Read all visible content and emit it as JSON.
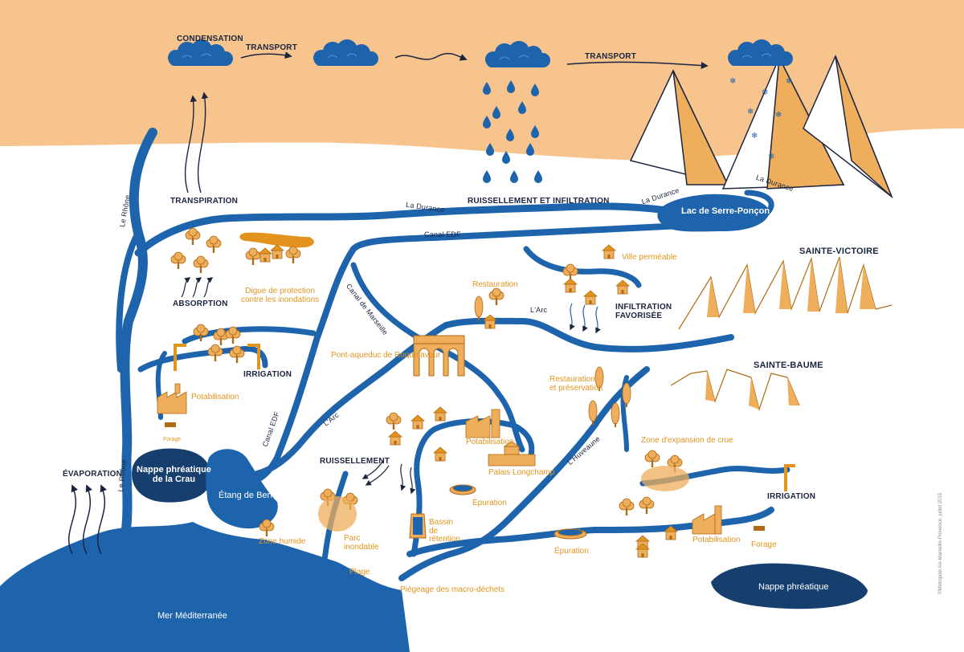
{
  "labels": {
    "condensation": "CONDENSATION",
    "transport_1": "TRANSPORT",
    "transport_2": "TRANSPORT",
    "transpiration": "TRANSPIRATION",
    "ruissellement_infiltration": "RUISSELLEMENT ET INFILTRATION",
    "la_durance_1": "La Durance",
    "la_durance_2": "La Durance",
    "la_durance_3": "La Durance",
    "lac_serre_poncon": "Lac de Serre-Ponçon",
    "canal_edf_1": "Canal EDF",
    "canal_edf_2": "Canal EDF",
    "canal_marseille": "Canal de Marseille",
    "le_rhone_1": "Le Rhône",
    "le_rhone_2": "Le Rhône",
    "absorption": "ABSORPTION",
    "digue": "Digue de protection\ncontre les inondations",
    "restauration_1": "Restauration",
    "ville_permeable": "Ville perméable",
    "infiltration_favorisee": "INFILTRATION\nFAVORISÉE",
    "sainte_victoire": "SAINTE-VICTOIRE",
    "larc_1": "L'Arc",
    "larc_2": "L'Arc",
    "pont_aqueduc": "Pont-aqueduc de Roquefavour",
    "irrigation_1": "IRRIGATION",
    "irrigation_2": "IRRIGATION",
    "potabilisation_1": "Potabilisation",
    "potabilisation_2": "Potabilisation",
    "potabilisation_3": "Potabilisation",
    "restauration_preservation": "Restauration\net préservation",
    "sainte_baume": "SAINTE-BAUME",
    "forage_1": "Forage",
    "forage_2": "Forage",
    "ruissellement": "RUISSELLEMENT",
    "palais_longchamp": "Palais Longchamp",
    "lhuveaune": "L'Huveaune",
    "zone_expansion": "Zone d'expansion de crue",
    "nappe_crau": "Nappe phréatique\nde la Crau",
    "evaporation": "ÉVAPORATION",
    "etang_berre": "Étang de Berre",
    "zone_humide": "Zone humide",
    "parc_inondable": "Parc\ninondable",
    "bassin_retention": "Bassin\nde\nrétention",
    "epuration_1": "Épuration",
    "epuration_2": "Épuration",
    "plage": "Plage",
    "piegeage": "Piégeage des macro-déchets",
    "mer": "Mer Méditerranée",
    "nappe_phreatique": "Nappe phréatique",
    "credit": "©Métropole Aix-Marseille-Provence, juillet 2015"
  },
  "colors": {
    "sky": "#f8c48e",
    "water": "#1e64ac",
    "water_dark": "#173f6e",
    "orange": "#e3941f",
    "text_dark": "#1b2540"
  },
  "icons": [
    "cloud-icon",
    "raindrop-icon",
    "snowflake-icon",
    "tree-icon",
    "house-icon",
    "factory-icon",
    "arrow-icon",
    "mountain-icon"
  ]
}
